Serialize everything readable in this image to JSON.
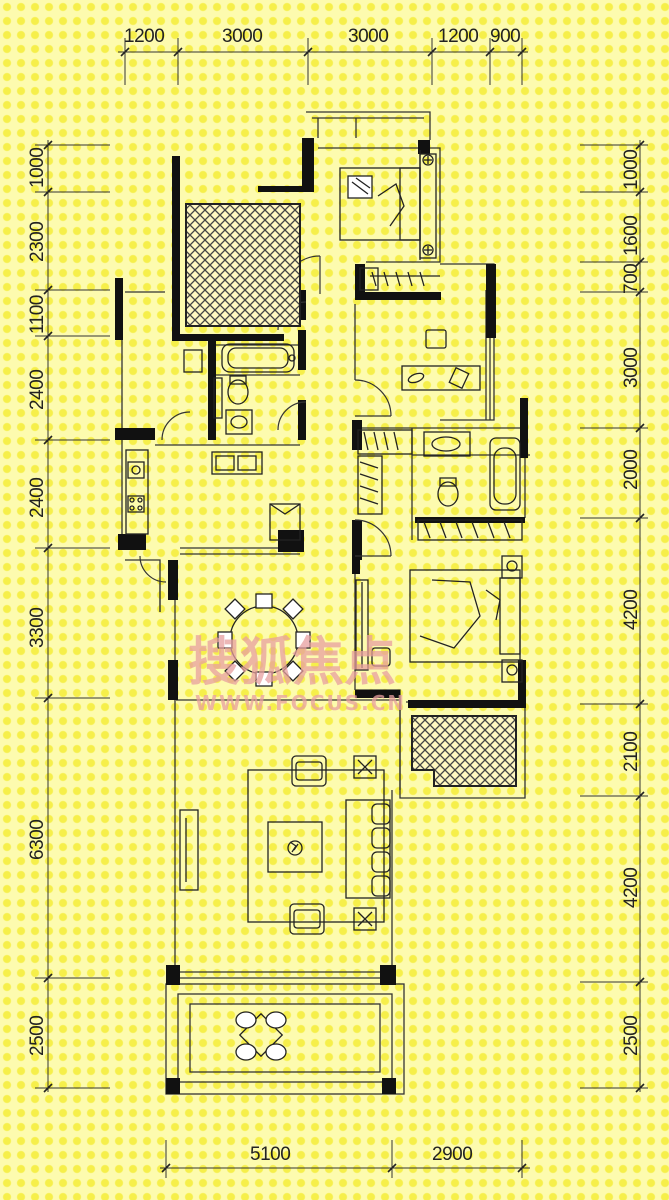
{
  "dimensions": {
    "top": [
      "1200",
      "3000",
      "3000",
      "1200",
      "900"
    ],
    "left": [
      "1000",
      "2300",
      "1100",
      "2400",
      "2400",
      "3300",
      "6300",
      "2500"
    ],
    "right": [
      "1000",
      "1600",
      "700",
      "3000",
      "2000",
      "4200",
      "2100",
      "4200",
      "2500"
    ],
    "bottom": [
      "5100",
      "2900"
    ]
  },
  "watermark": {
    "chinese": "搜狐焦点",
    "url": "WWW.FOCUS.CN"
  },
  "colors": {
    "background": "#fdfbae",
    "dots": "#f6ef4a",
    "wall": "#111111",
    "line": "#333333",
    "watermark": "#e8a0a0"
  }
}
